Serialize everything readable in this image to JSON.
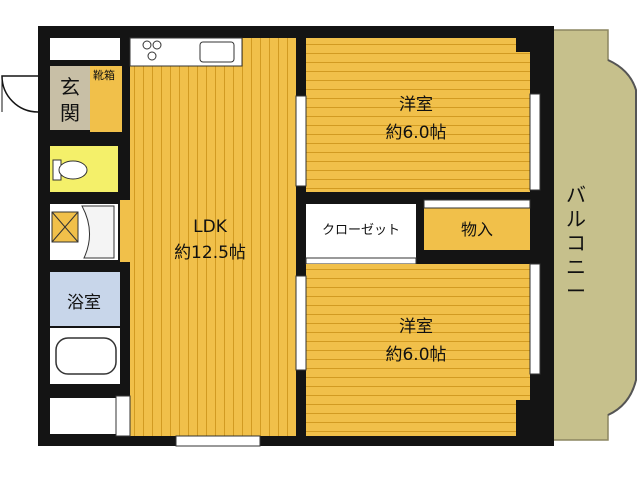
{
  "floorplan": {
    "rooms": {
      "entrance": {
        "label_line1": "玄",
        "label_line2": "関"
      },
      "shoe_box": {
        "label": "靴箱"
      },
      "ldk": {
        "label_line1": "LDK",
        "label_line2": "約12.5帖"
      },
      "western_room_upper": {
        "label_line1": "洋室",
        "label_line2": "約6.0帖"
      },
      "western_room_lower": {
        "label_line1": "洋室",
        "label_line2": "約6.0帖"
      },
      "closet": {
        "label": "クローゼット"
      },
      "storage": {
        "label": "物入"
      },
      "bathroom": {
        "label": "浴室"
      },
      "balcony": {
        "label_chars": [
          "バ",
          "ル",
          "コ",
          "ニ",
          "ー"
        ]
      }
    },
    "colors": {
      "wall": "#141414",
      "floor_wood": "#f1c04a",
      "floor_line": "#d29b22",
      "entrance_floor": "#c8bfa6",
      "shoe_box": "#f1c04a",
      "toilet_room": "#f4f06a",
      "bathroom_floor": "#c8d6ea",
      "balcony": "#c6c08c",
      "storage": "#f1c04a"
    }
  }
}
